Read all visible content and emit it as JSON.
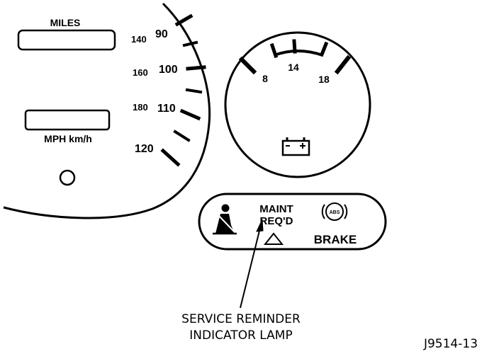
{
  "speedometer": {
    "odometer_label": "MILES",
    "speed_units_label": "MPH km/h",
    "mph_ticks": [
      "90",
      "100",
      "110",
      "120"
    ],
    "kmh_ticks": [
      "140",
      "160",
      "180"
    ]
  },
  "voltmeter": {
    "ticks": [
      "8",
      "14",
      "18"
    ],
    "icon": "battery-icon"
  },
  "warning_panel": {
    "seatbelt_icon": "seatbelt-person-icon",
    "maint_line1": "MAINT",
    "maint_line2": "REQ'D",
    "triangle_icon": "triangle-icon",
    "abs_icon_text": "ABS",
    "brake_label": "BRAKE"
  },
  "callout": {
    "line1": "SERVICE REMINDER",
    "line2": "INDICATOR LAMP"
  },
  "figure_id": "J9514-13"
}
